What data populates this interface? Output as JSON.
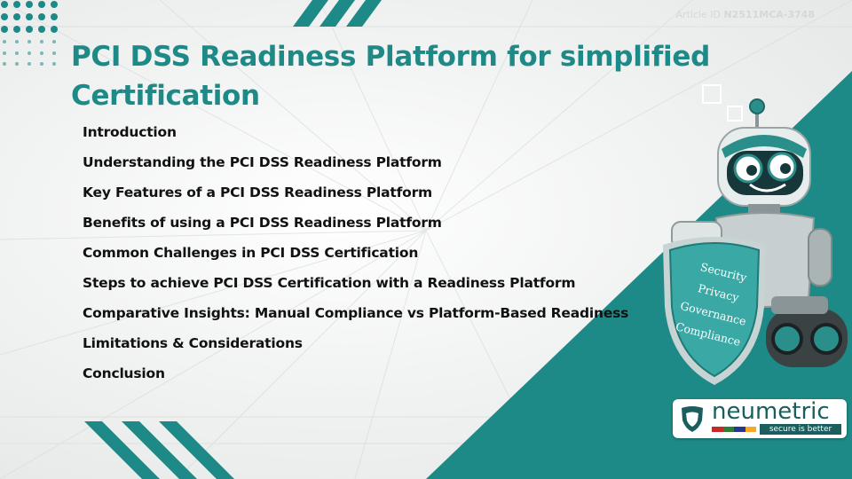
{
  "article_id": {
    "label": "Article ID",
    "value": "N2511MCA-3748"
  },
  "title": "PCI DSS Readiness Platform for simplified Certification",
  "toc": [
    "Introduction",
    "Understanding the PCI DSS Readiness Platform",
    "Key Features of a PCI DSS Readiness Platform",
    "Benefits of using a PCI DSS Readiness Platform",
    "Common Challenges in PCI DSS Certification",
    "Steps to achieve PCI DSS Certification with a Readiness Platform",
    "Comparative Insights: Manual Compliance vs Platform-Based Readiness",
    "Limitations & Considerations",
    "Conclusion"
  ],
  "shield": {
    "lines": [
      "Security",
      "Privacy",
      "Governance",
      "Compliance"
    ]
  },
  "logo": {
    "name": "neumetric",
    "tagline": "secure is better",
    "bar_colors": [
      "#c62828",
      "#2e7d32",
      "#283593",
      "#f9a825"
    ]
  },
  "colors": {
    "accent": "#1e8a87",
    "text": "#111111",
    "background": "#f2f3f3"
  }
}
